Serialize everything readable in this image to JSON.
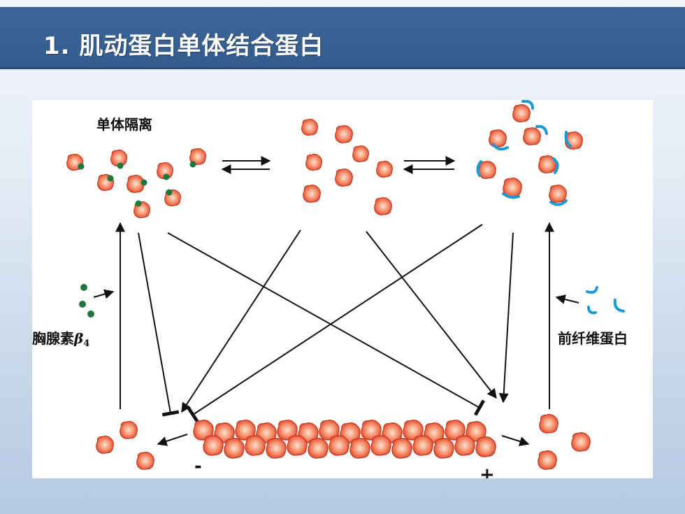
{
  "slide": {
    "title": "1. 肌动蛋白单体结合蛋白"
  },
  "diagram": {
    "labels": {
      "top_left": "单体隔离",
      "thymosin": "胸腺素",
      "thymosin_sub": "β",
      "thymosin_idx": "4",
      "profilin": "前纤维蛋白",
      "minus_end": "-",
      "plus_end": "+"
    },
    "colors": {
      "monomer_fill": "#ee6a4c",
      "monomer_core": "#fde3cf",
      "thymosin_dot": "#1a7a3a",
      "profilin_cap": "#1b9ad8",
      "arrow": "#111111",
      "title_bar": "#3a6293"
    },
    "icons": [
      "actin-monomer-icon",
      "thymosin-dot-icon",
      "profilin-cap-icon",
      "equilibrium-arrows-icon"
    ]
  }
}
